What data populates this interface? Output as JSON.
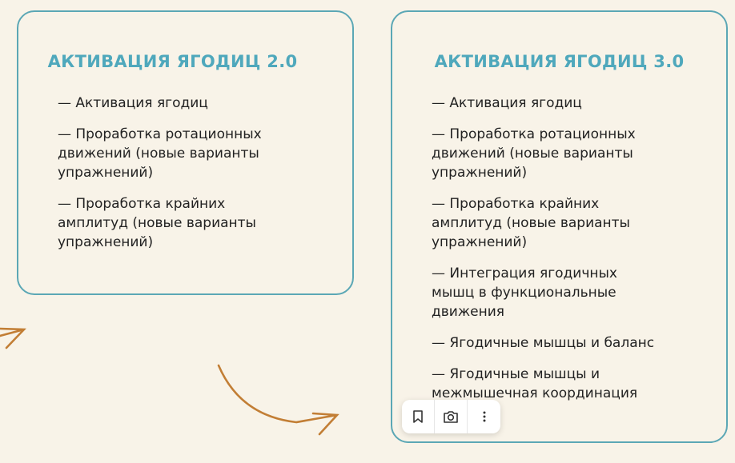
{
  "cards": [
    {
      "title": "АКТИВАЦИЯ ЯГОДИЦ 2.0",
      "items": [
        "— Активация ягодиц",
        "— Проработка ротационных движений (новые варианты упражнений)",
        "— Проработка крайних амплитуд (новые варианты упражнений)"
      ]
    },
    {
      "title": "АКТИВАЦИЯ ЯГОДИЦ 3.0",
      "items": [
        "— Активация ягодиц",
        "— Проработка ротационных движений (новые варианты упражнений)",
        "— Проработка крайних амплитуд (новые варианты упражнений)",
        "— Интеграция ягодичных мышц в функциональные движения",
        "— Ягодичные мышцы и баланс",
        "— Ягодичные мышцы и межмышечная координация"
      ]
    }
  ],
  "toolbar": {
    "icons": [
      "bookmark-icon",
      "camera-icon",
      "more-icon"
    ]
  },
  "colors": {
    "accent": "#4fa8bc",
    "border": "#5ba7b5",
    "arrow": "#c27e35",
    "background": "#f8f3e8"
  }
}
